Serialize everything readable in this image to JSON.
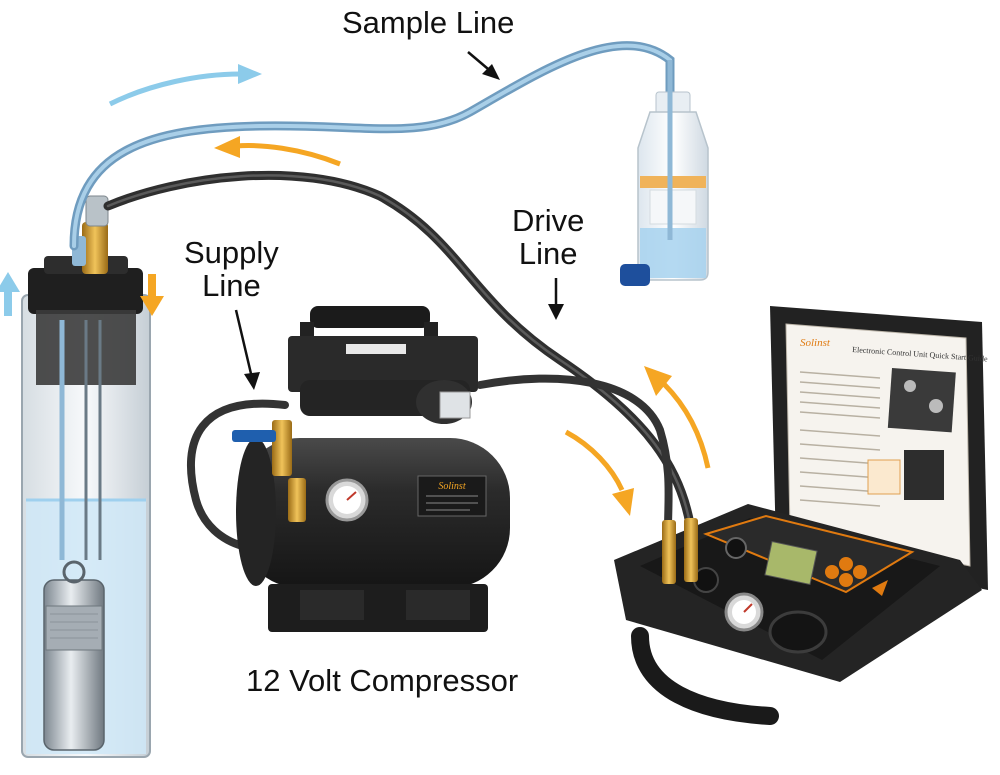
{
  "labels": {
    "sample_line": "Sample Line",
    "drive_line": [
      "Drive",
      "Line"
    ],
    "supply_line": [
      "Supply",
      "Line"
    ],
    "compressor": "12 Volt Compressor"
  },
  "equipment_text": {
    "brand": "Solinst",
    "guide_title": "Electronic Control Unit Quick Start Guide"
  },
  "colors": {
    "sample_line": "#8fb8d6",
    "drive_line": "#3a3a3a",
    "flow_arrow_sample": "#8ccbea",
    "flow_arrow_drive": "#f5a623",
    "brass": "#c8962a",
    "label_text": "#111111",
    "case_body": "#2a2a2a",
    "water": "#cfe8f7"
  },
  "icons": [
    "flow-arrow-icon",
    "pressure-gauge-icon",
    "control-buttons-icon"
  ]
}
